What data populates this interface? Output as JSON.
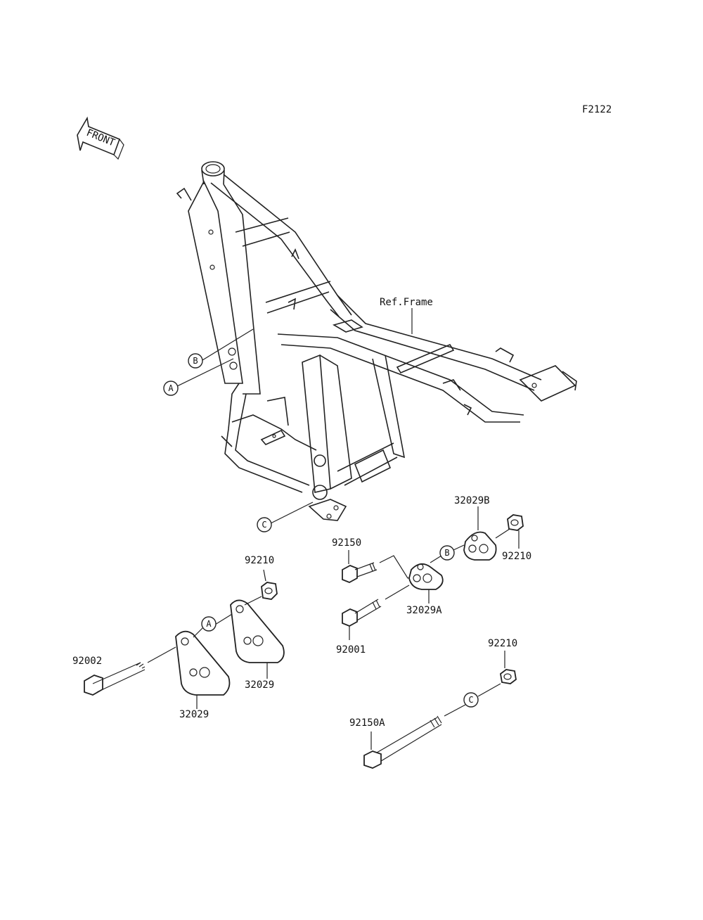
{
  "figure_id": "F2122",
  "front_arrow": {
    "label": "FRONT"
  },
  "frame_ref": "Ref.Frame",
  "callouts": {
    "a": "A",
    "b": "B",
    "c": "C"
  },
  "parts": {
    "p92210_top": "92210",
    "p92210_right": "92210",
    "p92210_bottom": "92210",
    "p92150": "92150",
    "p92150A": "92150A",
    "p92001": "92001",
    "p92002": "92002",
    "p32029_back": "32029",
    "p32029_front": "32029",
    "p32029A": "32029A",
    "p32029B": "32029B"
  }
}
